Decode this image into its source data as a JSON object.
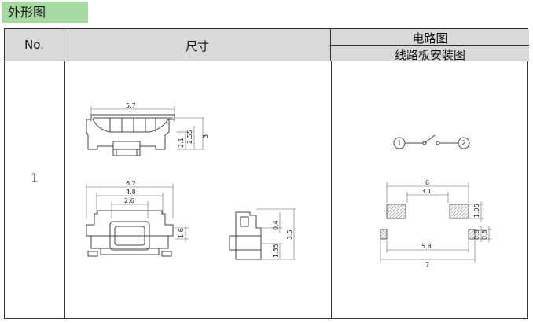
{
  "section_title": "外形图",
  "table": {
    "col_no": "No.",
    "col_size": "尺寸",
    "col_circuit": "电路图",
    "col_pcb": "线路板安装图",
    "row_no": "1"
  },
  "dims": {
    "top_width": "5.7",
    "top_h1": "2.1",
    "top_h2": "2.55",
    "top_h3": "3",
    "front_w1": "6.2",
    "front_w2": "4.8",
    "front_w3": "2.6",
    "front_h": "1.6",
    "side_h1": "0.4",
    "side_h2": "3.5",
    "side_h3": "1.35"
  },
  "circuit": {
    "pin1": "1",
    "pin2": "2"
  },
  "pcb": {
    "w_outer_top": "6",
    "w_inner_top": "3.1",
    "pad_h": "1.05",
    "pad_s1": "0.8",
    "pad_s2": "0.8",
    "w_inner_bottom": "5.8",
    "w_outer_bottom": "7"
  }
}
